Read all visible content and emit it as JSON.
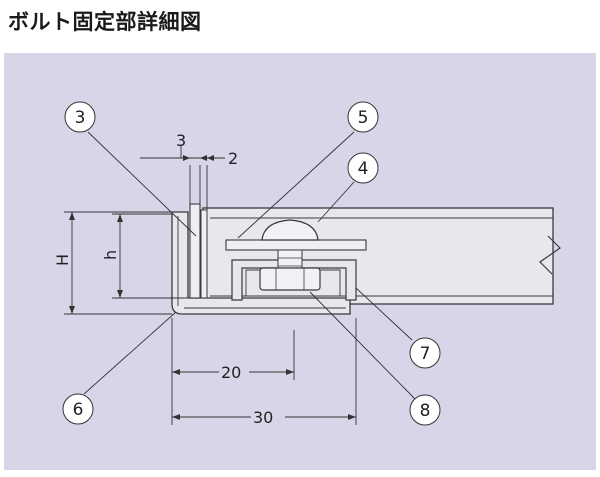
{
  "title": "ボルト固定部詳細図",
  "callouts": [
    "3",
    "5",
    "4",
    "6",
    "7",
    "8"
  ],
  "dimensions": {
    "d3": "3",
    "d2": "2",
    "H": "H",
    "h": "h",
    "d20": "20",
    "d30": "30"
  },
  "colors": {
    "background": "#d8d5e8",
    "part_fill": "#e9e7ee",
    "line": "#3a3a3a"
  }
}
